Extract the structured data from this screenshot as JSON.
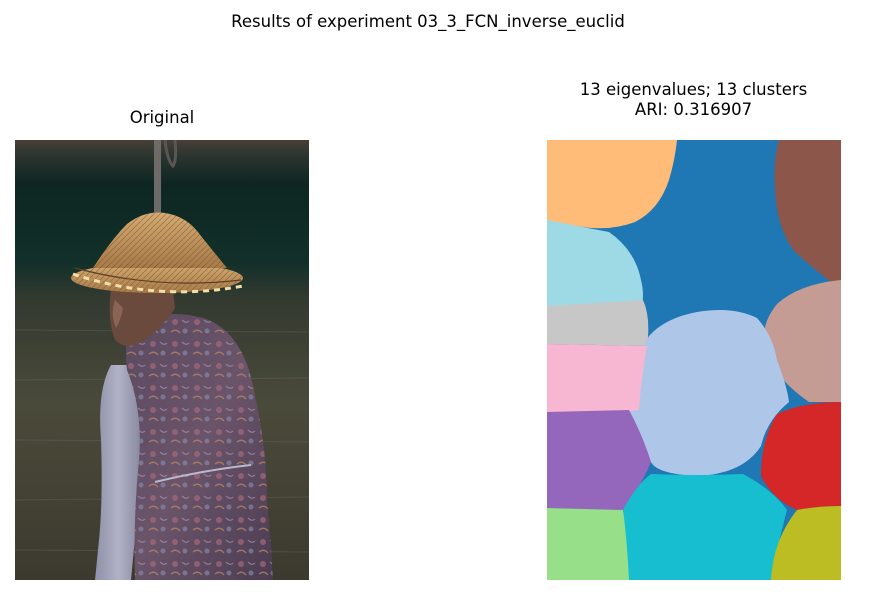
{
  "figure": {
    "suptitle": "Results of experiment 03_3_FCN_inverse_euclid"
  },
  "left_panel": {
    "title": "Original",
    "image_description_icon": "photo-woman-straw-hat-icon"
  },
  "right_panel": {
    "title_line1": "13 eigenvalues; 13 clusters",
    "title_line2": "ARI: 0.316907",
    "segmentation_colors": {
      "orange": "#ffbb78",
      "blue": "#1f77b4",
      "brown": "#8c564b",
      "light_cyan": "#9edae5",
      "gray": "#c7c7c7",
      "light_blue": "#aec7e8",
      "rose": "#c49c94",
      "pink": "#f7b6d2",
      "purple": "#9467bd",
      "red": "#d62728",
      "light_green": "#98df8a",
      "cyan": "#17becf",
      "olive": "#bcbd22"
    }
  }
}
